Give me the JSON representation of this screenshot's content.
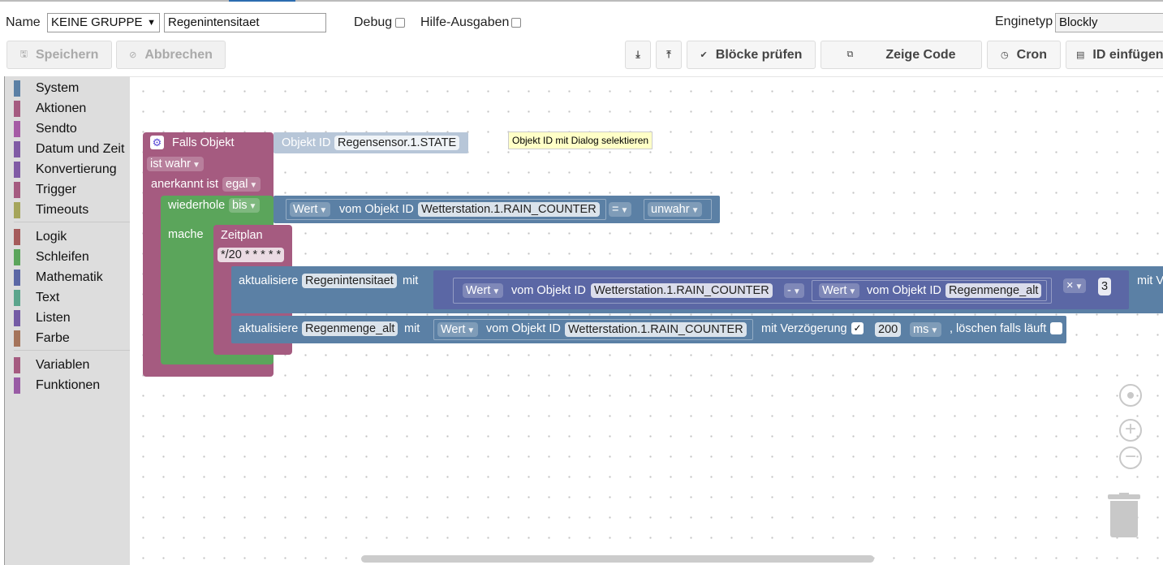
{
  "header": {
    "name_label": "Name",
    "group_select": "KEINE GRUPPE",
    "name_input": "Regenintensitaet",
    "debug_label": "Debug",
    "help_label": "Hilfe-Ausgaben",
    "engine_label": "Enginetyp",
    "engine_select": "Blockly"
  },
  "toolbar": {
    "save": "Speichern",
    "cancel": "Abbrechen",
    "check": "Blöcke prüfen",
    "show_code": "Zeige Code",
    "cron": "Cron",
    "insert_id": "ID einfügen"
  },
  "toolbox": {
    "categories": [
      {
        "label": "System",
        "color": "#5b80a5"
      },
      {
        "label": "Aktionen",
        "color": "#a55b80"
      },
      {
        "label": "Sendto",
        "color": "#a55ba5"
      },
      {
        "label": "Datum und Zeit",
        "color": "#805ba5"
      },
      {
        "label": "Konvertierung",
        "color": "#805ba5"
      },
      {
        "label": "Trigger",
        "color": "#a55b80"
      },
      {
        "label": "Timeouts",
        "color": "#a5a55b"
      },
      {
        "label": "Logik",
        "color": "#a55b5b"
      },
      {
        "label": "Schleifen",
        "color": "#5ba55b"
      },
      {
        "label": "Mathematik",
        "color": "#5b67a5"
      },
      {
        "label": "Text",
        "color": "#5ba58c"
      },
      {
        "label": "Listen",
        "color": "#745ba5"
      },
      {
        "label": "Farbe",
        "color": "#a5745b"
      },
      {
        "label": "Variablen",
        "color": "#a55b80"
      },
      {
        "label": "Funktionen",
        "color": "#995ba5"
      }
    ]
  },
  "workspace": {
    "tooltip": "Objekt ID mit Dialog selektieren",
    "trigger": {
      "title": "Falls Objekt",
      "objid_label": "Objekt ID",
      "objid_value": "Regensensor.1.STATE",
      "cond": "ist wahr",
      "ack_label": "anerkannt ist",
      "ack_value": "egal"
    },
    "loop": {
      "label": "wiederhole",
      "mode": "bis",
      "do_label": "mache"
    },
    "loop_cond": {
      "wert": "Wert",
      "vom": "vom Objekt ID",
      "obj": "Wetterstation.1.RAIN_COUNTER",
      "op": "=",
      "val": "unwahr"
    },
    "schedule": {
      "label": "Zeitplan",
      "cron": "*/20 * * * * *"
    },
    "update1": {
      "label": "aktualisiere",
      "var": "Regenintensitaet",
      "mit": "mit",
      "wert1": "Wert",
      "vom1": "vom Objekt ID",
      "obj1": "Wetterstation.1.RAIN_COUNTER",
      "op": "-",
      "wert2": "Wert",
      "vom2": "vom Objekt ID",
      "obj2": "Regenmenge_alt",
      "mul": "×",
      "num": "3",
      "trailing": "mit V"
    },
    "update2": {
      "label": "aktualisiere",
      "var": "Regenmenge_alt",
      "mit": "mit",
      "wert": "Wert",
      "vom": "vom Objekt ID",
      "obj": "Wetterstation.1.RAIN_COUNTER",
      "delay_label": "mit Verzögerung",
      "delay": "200",
      "unit": "ms",
      "clear_label": ", löschen falls läuft"
    }
  }
}
